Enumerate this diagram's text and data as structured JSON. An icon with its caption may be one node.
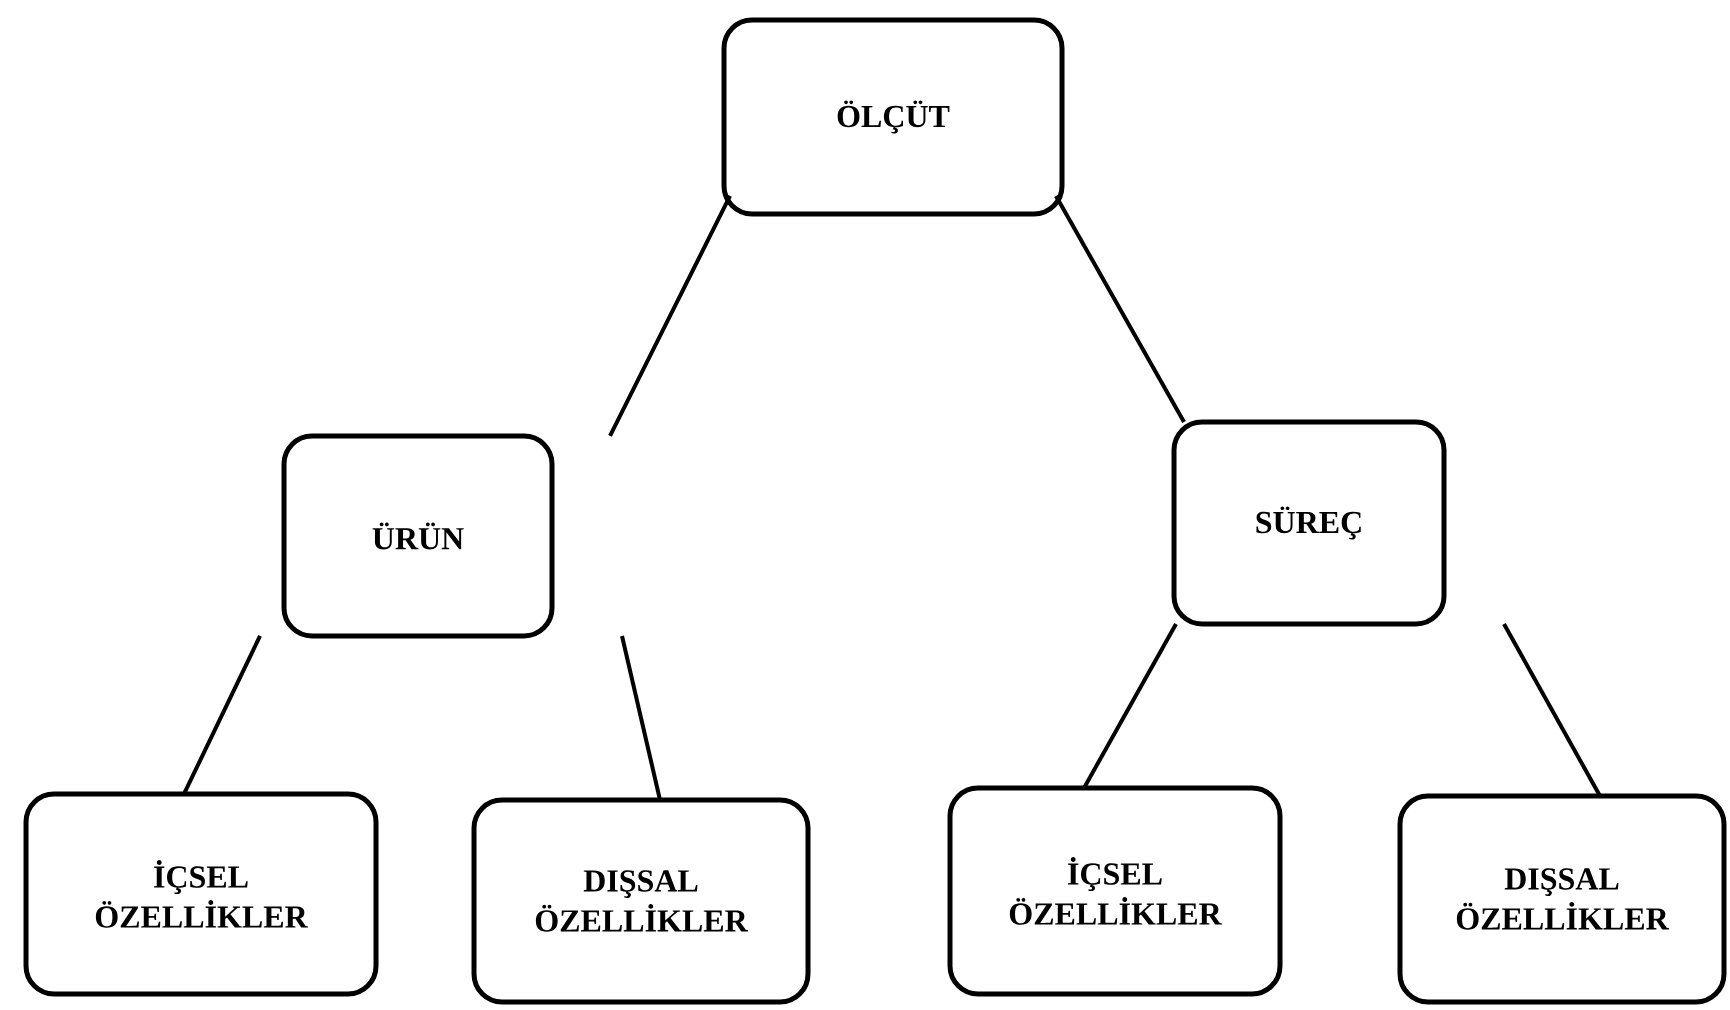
{
  "diagram": {
    "nodes": [
      {
        "text": [
          "ÖLÇÜT"
        ]
      },
      {
        "text": [
          "ÜRÜN"
        ]
      },
      {
        "text": [
          "SÜREÇ"
        ]
      },
      {
        "text": [
          "İÇSEL ÖZELLİKLER"
        ]
      },
      {
        "text": [
          "DIŞSAL ÖZELLİKLER"
        ]
      },
      {
        "text": [
          "İÇSEL ÖZELLİKLER"
        ]
      },
      {
        "text": [
          "DIŞSAL ÖZELLİKLER"
        ]
      }
    ],
    "edges": [
      {
        "from": 0,
        "to": 1,
        "arrow": "none"
      },
      {
        "from": 0,
        "to": 2,
        "arrow": "none"
      },
      {
        "from": 1,
        "to": 3,
        "arrow": "none"
      },
      {
        "from": 1,
        "to": 4,
        "arrow": "none"
      },
      {
        "from": 2,
        "to": 5,
        "arrow": "none"
      },
      {
        "from": 2,
        "to": 6,
        "arrow": "none"
      }
    ]
  }
}
